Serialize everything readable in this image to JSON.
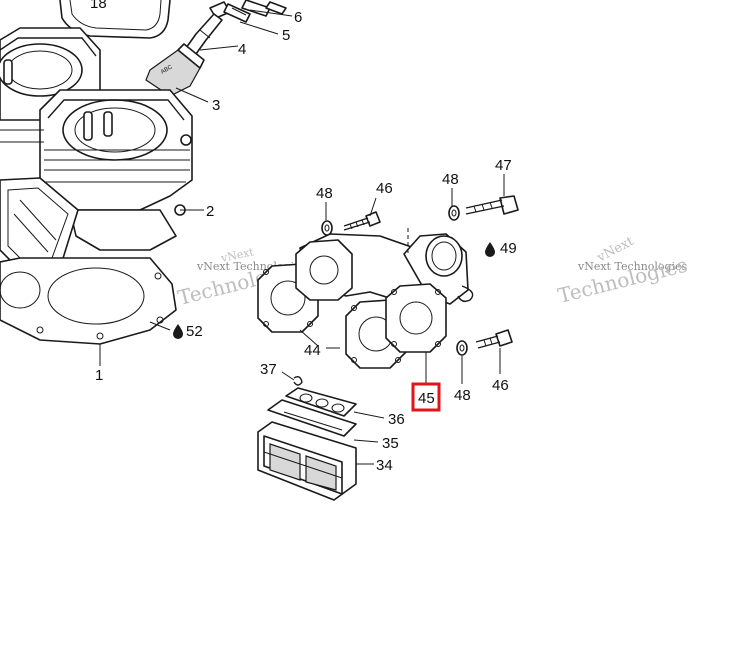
{
  "diagram": {
    "highlight_color": "#e0141a",
    "line_color": "#1a1a1a",
    "drop_icon": "oil-drop-icon",
    "callouts": {
      "c18": "18",
      "c6": "6",
      "c5": "5",
      "c4": "4",
      "c3": "3",
      "c2": "2",
      "c1": "1",
      "c52": "52",
      "c48a": "48",
      "c46a": "46",
      "c47": "47",
      "c48b": "48",
      "c49": "49",
      "c44": "44",
      "c37": "37",
      "c36": "36",
      "c35": "35",
      "c34": "34",
      "c45": "45",
      "c48c": "48",
      "c46b": "46"
    },
    "watermark": {
      "line1": "vNext",
      "line2": "vNext Technologies",
      "line3": "Technologies"
    }
  }
}
